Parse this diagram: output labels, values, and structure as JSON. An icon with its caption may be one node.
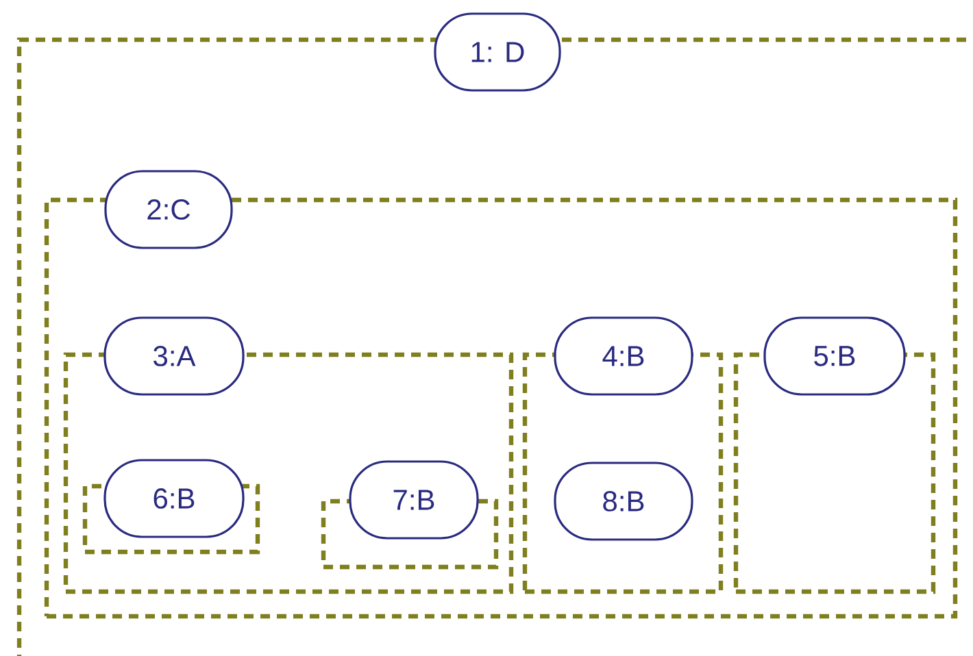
{
  "diagram": {
    "nodes": [
      {
        "text": [],
        "shape": "box"
      },
      {
        "text": [
          "1: D"
        ]
      },
      {
        "text": [],
        "shape": "box",
        "in": 0
      },
      {
        "text": [
          "2:C"
        ],
        "in": 0
      },
      {
        "text": [],
        "shape": "box",
        "in": 2
      },
      {
        "text": [
          "3:A"
        ],
        "in": 2
      },
      {
        "text": [],
        "shape": "box",
        "in": 2
      },
      {
        "text": [
          "4:B"
        ],
        "in": 2
      },
      {
        "text": [],
        "shape": "box",
        "in": 2
      },
      {
        "text": [
          "5:B"
        ],
        "in": 2
      },
      {
        "text": [],
        "shape": "box",
        "in": 4
      },
      {
        "text": [
          "6:B"
        ],
        "in": 4
      },
      {
        "text": [],
        "shape": "box",
        "in": 4
      },
      {
        "text": [
          "7:B"
        ],
        "in": 4
      },
      {
        "text": [
          "8:B"
        ],
        "in": 6
      }
    ]
  }
}
